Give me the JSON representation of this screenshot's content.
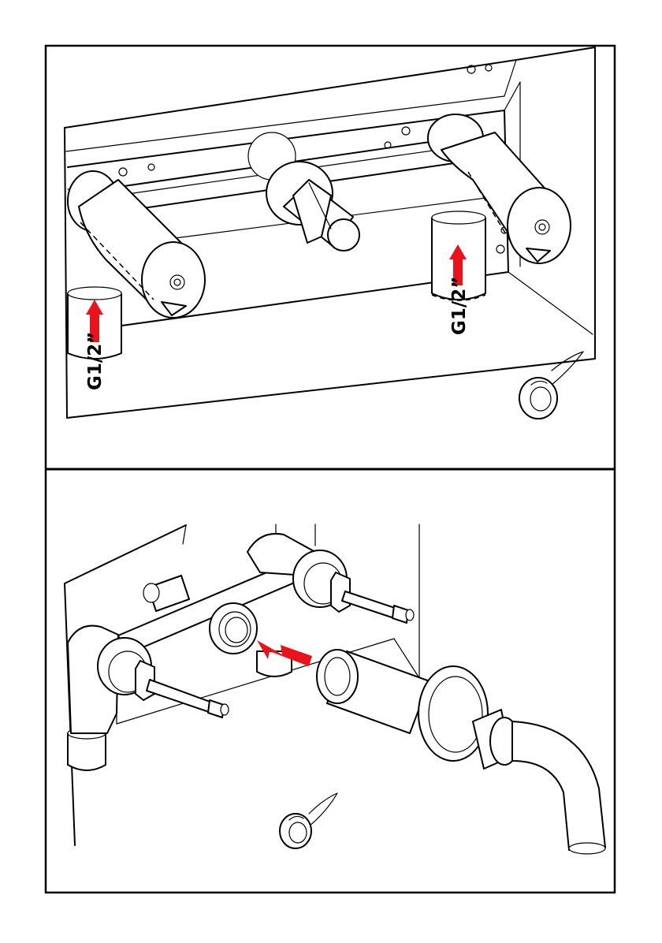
{
  "steps": [
    {
      "labels": [
        {
          "text": "G1/2”"
        },
        {
          "text": "G1/2”"
        }
      ],
      "arrow_color": "#e8141b"
    },
    {
      "arrow_color": "#e8141b"
    }
  ],
  "icons": [
    "pipe-rough-in-diagram",
    "ptfe-tape-roll-icon",
    "red-arrow-icon",
    "spout-icon"
  ]
}
